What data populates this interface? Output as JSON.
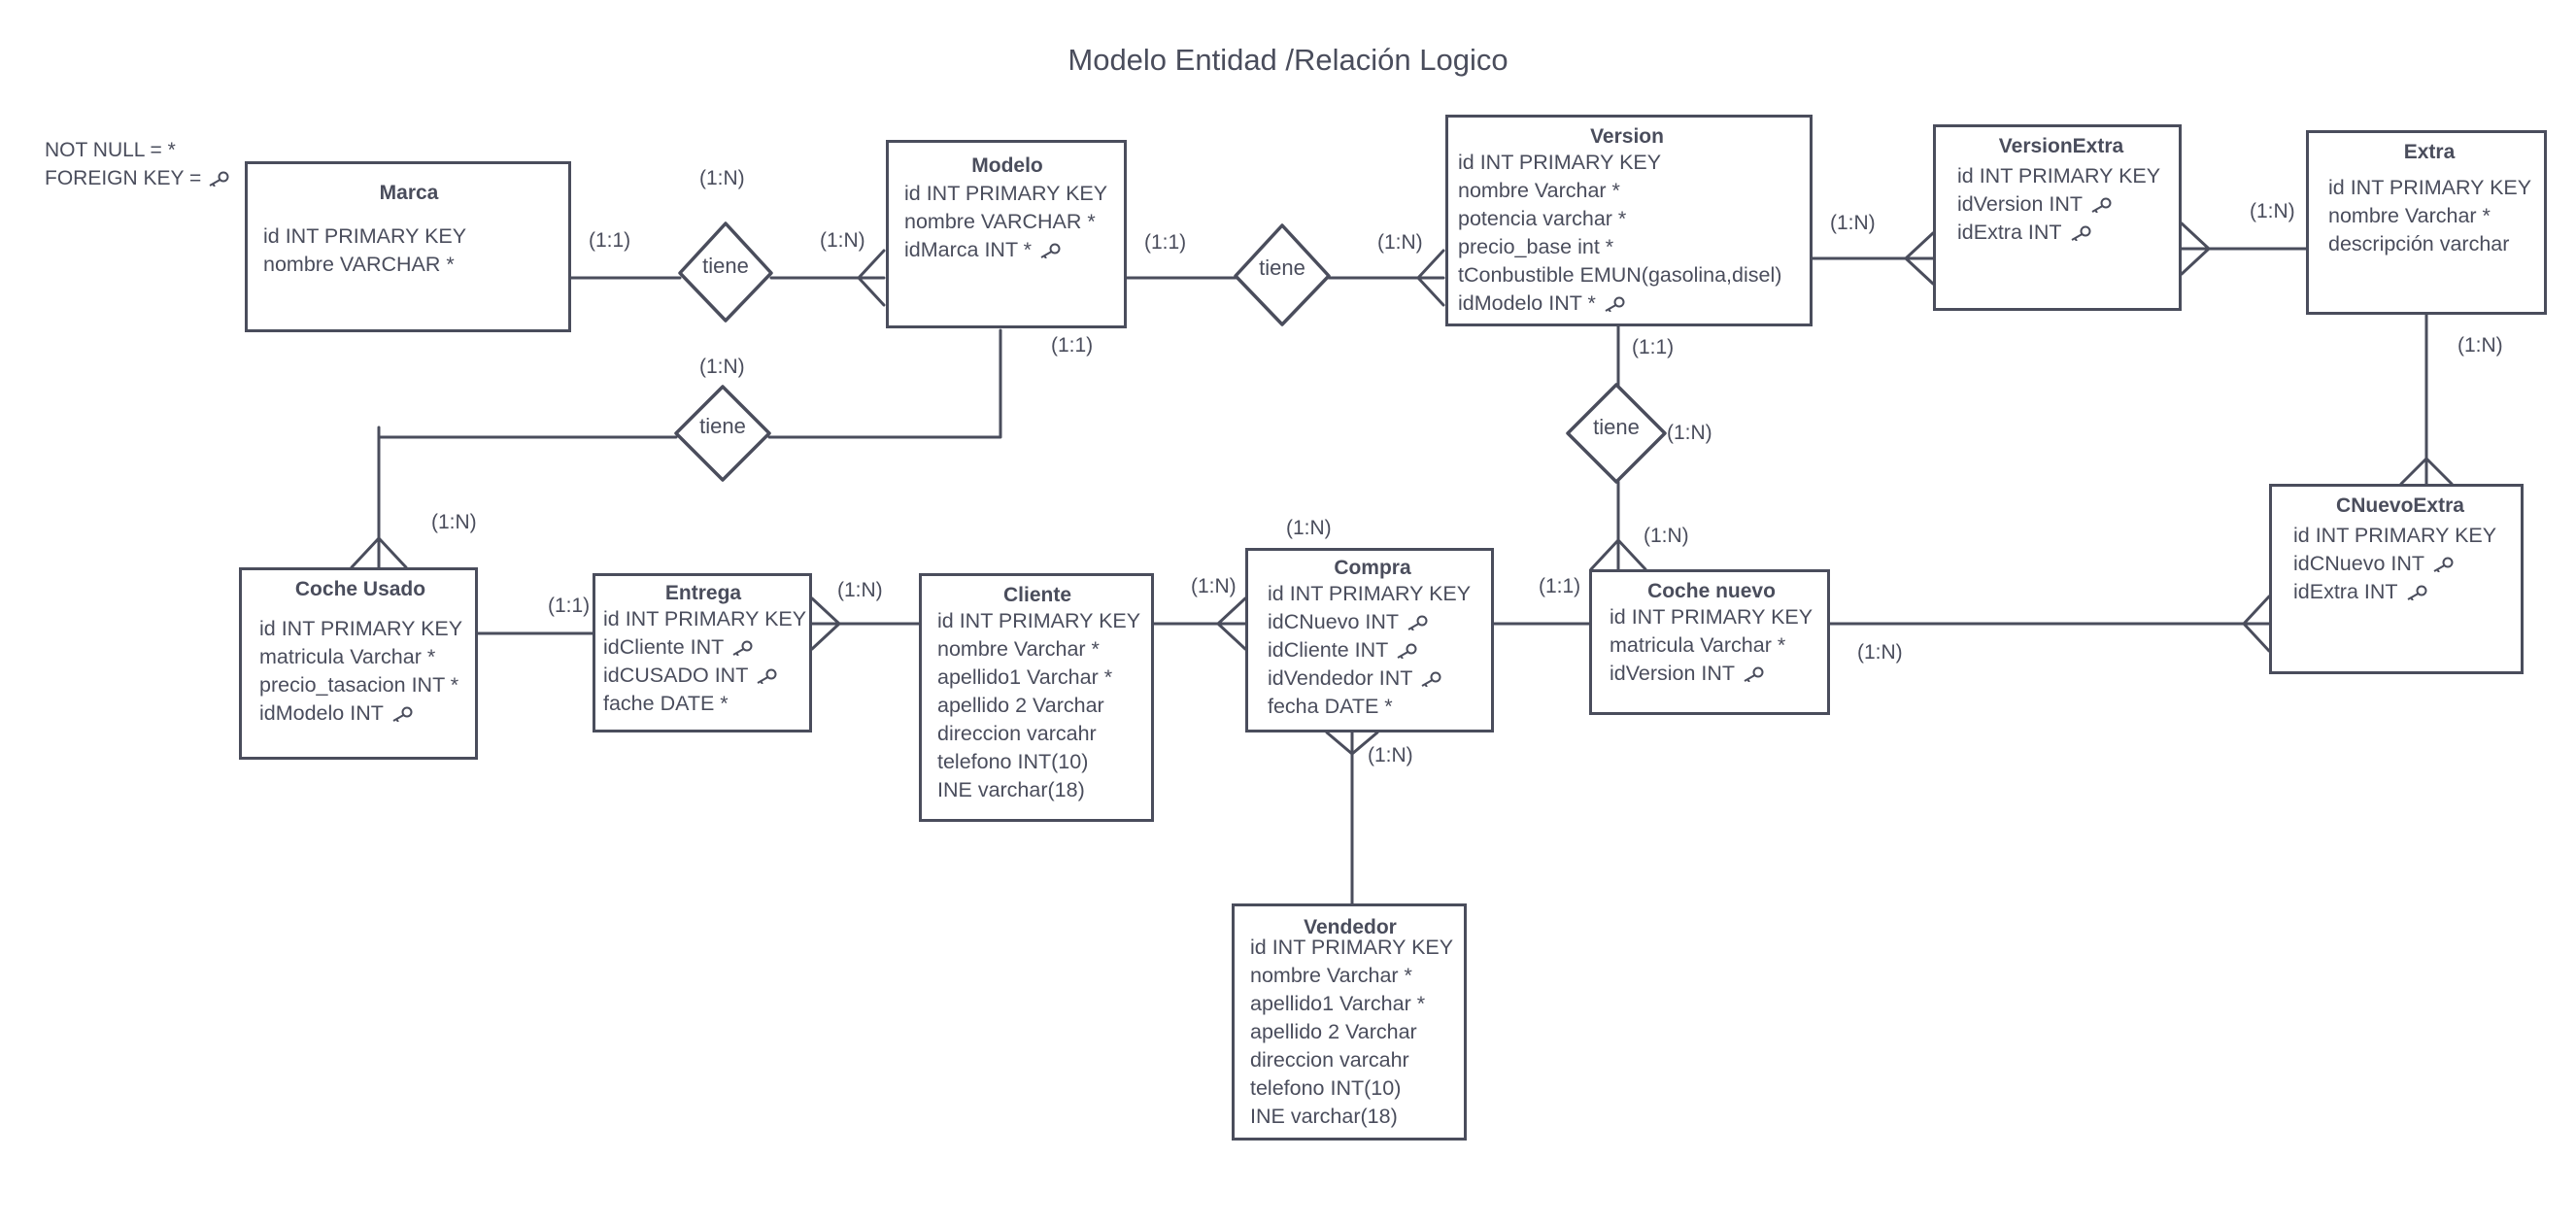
{
  "diagram": {
    "title": "Modelo Entidad /Relación Logico",
    "legend": {
      "not_null": "NOT NULL = *",
      "foreign_key": "FOREIGN KEY ="
    },
    "relationship_label": "tiene",
    "entities": {
      "marca": {
        "name": "Marca",
        "attributes": [
          "id INT PRIMARY KEY",
          "nombre VARCHAR *"
        ]
      },
      "modelo": {
        "name": "Modelo",
        "attributes": [
          "id INT PRIMARY KEY",
          "nombre VARCHAR *",
          "idMarca INT *"
        ]
      },
      "version": {
        "name": "Version",
        "attributes": [
          "id INT PRIMARY KEY",
          "nombre Varchar *",
          "potencia varchar *",
          "precio_base int *",
          "tConbustible EMUN(gasolina,disel)",
          "idModelo INT *"
        ]
      },
      "version_extra": {
        "name": "VersionExtra",
        "attributes": [
          "id INT PRIMARY KEY",
          "idVersion INT",
          "idExtra INT"
        ]
      },
      "extra": {
        "name": "Extra",
        "attributes": [
          "id INT PRIMARY KEY",
          "nombre Varchar *",
          "descripción varchar"
        ]
      },
      "coche_usado": {
        "name": "Coche Usado",
        "attributes": [
          "id INT PRIMARY KEY",
          "matricula Varchar *",
          "precio_tasacion INT *",
          "idModelo INT"
        ]
      },
      "entrega": {
        "name": "Entrega",
        "attributes": [
          "id INT PRIMARY KEY",
          "idCliente INT",
          "idCUSADO INT",
          "fache DATE *"
        ]
      },
      "cliente": {
        "name": "Cliente",
        "attributes": [
          "id INT PRIMARY KEY",
          "nombre Varchar *",
          "apellido1 Varchar *",
          "apellido 2 Varchar",
          "direccion varcahr",
          "telefono INT(10)",
          "INE varchar(18)"
        ]
      },
      "compra": {
        "name": "Compra",
        "attributes": [
          "id INT PRIMARY KEY",
          "idCNuevo INT",
          "idCliente INT",
          "idVendedor INT",
          "fecha DATE *"
        ]
      },
      "coche_nuevo": {
        "name": "Coche nuevo",
        "attributes": [
          "id INT PRIMARY KEY",
          "matricula Varchar *",
          "idVersion INT"
        ]
      },
      "cnuevo_extra": {
        "name": "CNuevoExtra",
        "attributes": [
          "id INT PRIMARY KEY",
          "idCNuevo INT",
          "idExtra INT"
        ]
      },
      "vendedor": {
        "name": "Vendedor",
        "attributes": [
          "id INT PRIMARY KEY",
          "nombre Varchar *",
          "apellido1 Varchar *",
          "apellido 2 Varchar",
          "direccion varcahr",
          "telefono INT(10)",
          "INE varchar(18)"
        ]
      }
    },
    "cardinalities": {
      "marca_tiene": "(1:1)",
      "tiene_modelo": "(1:N)",
      "modelo_tiene_top": "(1:N)",
      "modelo_tiene": "(1:1)",
      "tiene_version": "(1:N)",
      "version_versionextra": "(1:N)",
      "versionextra_extra": "(1:N)",
      "modelo_down": "(1:1)",
      "tiene_cocheusado_top": "(1:N)",
      "cocheusado": "(1:N)",
      "version_down": "(1:1)",
      "tiene_right": "(1:N)",
      "cochenuevo_top": "(1:N)",
      "extra_down": "(1:N)",
      "cocheusado_entrega": "(1:1)",
      "entrega_cliente": "(1:N)",
      "compra_top": "(1:N)",
      "cliente_compra": "(1:N)",
      "compra_cochenuevo": "(1:1)",
      "compra_vendedor": "(1:N)",
      "cochenuevo_cnuevoextra": "(1:N)"
    }
  }
}
